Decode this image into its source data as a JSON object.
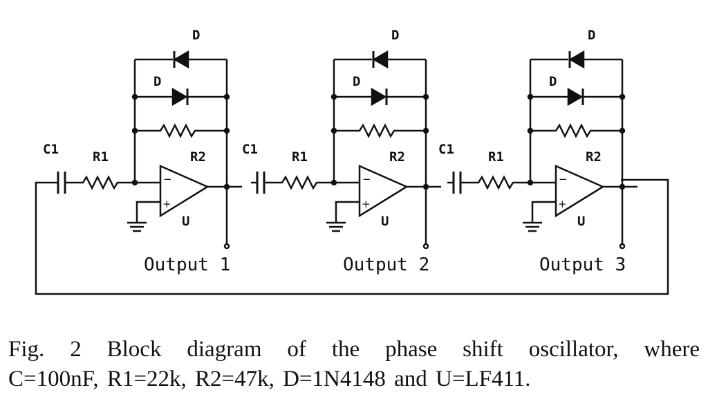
{
  "labels": {
    "capacitor": "C1",
    "resistor_series": "R1",
    "resistor_feedback": "R2",
    "diode": "D",
    "opamp": "U",
    "minus": "−",
    "plus": "+"
  },
  "outputs": [
    "Output 1",
    "Output 2",
    "Output 3"
  ],
  "caption": {
    "line1": "Fig. 2 Block diagram of the phase shift oscillator, where",
    "line2": "C=100nF, R1=22k, R2=47k, D=1N4148 and U=LF411."
  },
  "colors": {
    "wire": "#111111",
    "background": "#ffffff"
  }
}
